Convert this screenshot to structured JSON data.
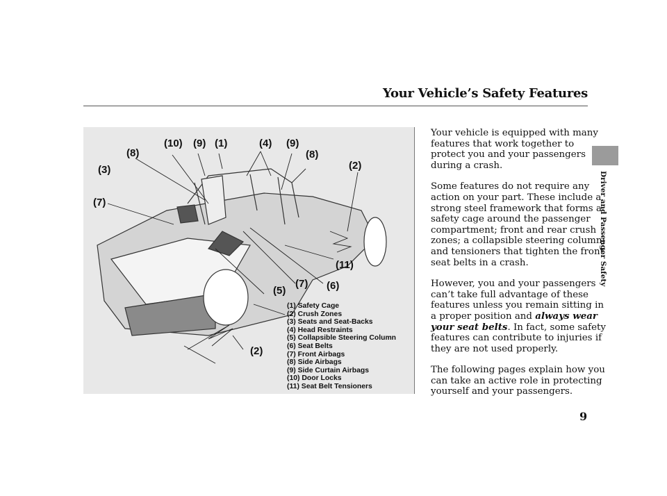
{
  "header": {
    "title": "Your Vehicle’s Safety Features"
  },
  "side_tab": {
    "label": "Driver and Passenger Safety"
  },
  "page_number": "9",
  "figure": {
    "callouts": [
      "(10)",
      "(9)",
      "(1)",
      "(4)",
      "(9)",
      "(8)",
      "(8)",
      "(3)",
      "(2)",
      "(7)",
      "(11)",
      "(7)",
      "(6)",
      "(5)",
      "(2)"
    ],
    "legend": [
      "(1) Safety Cage",
      "(2) Crush Zones",
      "(3) Seats and Seat-Backs",
      "(4) Head Restraints",
      "(5) Collapsible Steering Column",
      "(6) Seat Belts",
      "(7) Front Airbags",
      "(8) Side Airbags",
      "(9) Side Curtain Airbags",
      "(10) Door Locks",
      "(11) Seat Belt Tensioners"
    ]
  },
  "body": {
    "p1": [
      "Your vehicle is equipped with many",
      "features that work together to",
      "protect you and your passengers",
      "during a crash."
    ],
    "p2": [
      "Some features do not require any",
      "action on your part. These include a",
      "strong steel framework that forms a",
      "safety cage around the passenger",
      "compartment; front and rear crush",
      "zones; a collapsible steering column;",
      "and tensioners that tighten the front",
      "seat belts in a crash."
    ],
    "p3": [
      "However, you and your passengers",
      "can’t take full advantage of these",
      "features unless you remain sitting in",
      "a proper position and "
    ],
    "p3_em1": "always wear",
    "p3_em2": "your seat belts",
    "p3_rest": [
      ". In fact, some safety",
      "features can contribute to injuries if",
      "they are not used properly."
    ],
    "p4": [
      "The following pages explain how you",
      "can take an active role in protecting",
      "yourself and your passengers."
    ]
  }
}
